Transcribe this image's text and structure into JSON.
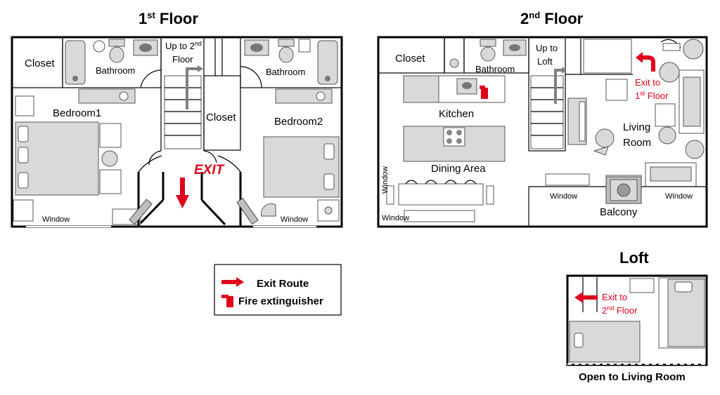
{
  "titles": {
    "floor1_num": "1",
    "floor1_sup": "st",
    "floor1_rest": " Floor",
    "floor2_num": "2",
    "floor2_sup": "nd",
    "floor2_rest": " Floor",
    "loft": "Loft"
  },
  "floor1": {
    "closet_left": "Closet",
    "bathroom_left": "Bathroom",
    "stairs_up_line1": "Up to 2",
    "stairs_up_sup": "nd",
    "stairs_up_line2": "Floor",
    "closet_center": "Closet",
    "bathroom_right": "Bathroom",
    "bedroom1": "Bedroom1",
    "bedroom2": "Bedroom2",
    "exit_sign": "EXIT",
    "window_left": "Window",
    "window_right": "Window"
  },
  "floor2": {
    "closet": "Closet",
    "bathroom": "Bathroom",
    "stairs_up_line1": "Up to",
    "stairs_up_line2": "Loft",
    "exit_line1": "Exit to",
    "exit_line2_num": "1",
    "exit_line2_sup": "st",
    "exit_line2_rest": " Floor",
    "kitchen": "Kitchen",
    "living_line1": "Living",
    "living_line2": "Room",
    "dining": "Dining Area",
    "window_vertical": "Window",
    "window_bottom_left": "Window",
    "window_balcony_left": "Window",
    "window_balcony_right": "Window",
    "balcony": "Balcony"
  },
  "loft": {
    "exit_line1": "Exit to",
    "exit_line2_num": "2",
    "exit_line2_sup": "nd",
    "exit_line2_rest": " Floor",
    "caption": "Open to Living Room"
  },
  "legend": {
    "exit_route": "Exit Route",
    "fire_extinguisher": "Fire extinguisher"
  },
  "colors": {
    "exit_red": "#e0001b",
    "furniture_gray": "#d9d9d9",
    "wall_black": "#000000"
  }
}
